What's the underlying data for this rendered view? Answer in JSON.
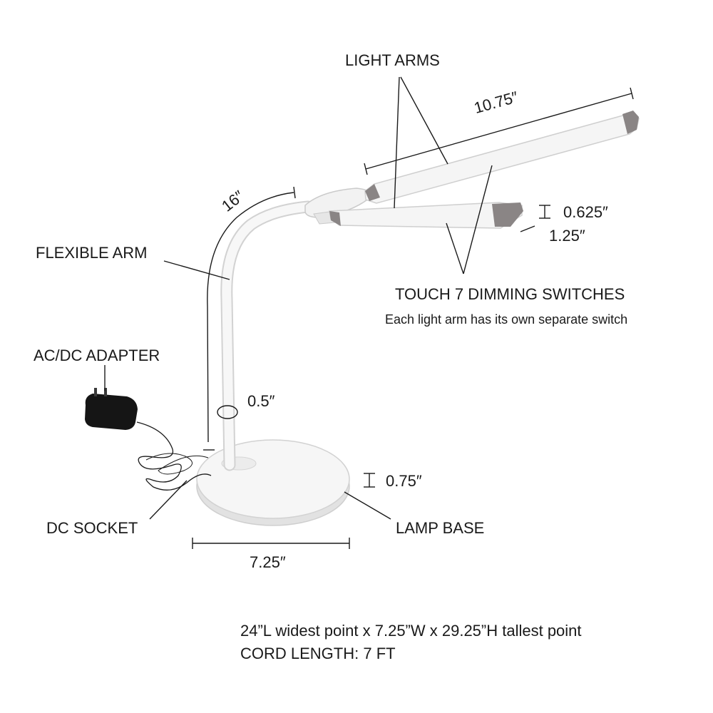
{
  "labels": {
    "light_arms": "LIGHT ARMS",
    "flexible_arm": "FLEXIBLE ARM",
    "ac_dc_adapter": "AC/DC ADAPTER",
    "dc_socket": "DC SOCKET",
    "lamp_base": "LAMP BASE",
    "touch_switches": "TOUCH 7 DIMMING SWITCHES",
    "touch_switches_note": "Each light arm has its own separate switch"
  },
  "dimensions": {
    "light_arm_length": "10.75″",
    "flexible_arm_length": "16″",
    "arm_thickness": "0.625″",
    "arm_width": "1.25″",
    "neck_diameter": "0.5″",
    "base_height": "0.75″",
    "base_width": "7.25″"
  },
  "specs": {
    "overall": "24”L widest point x 7.25”W x 29.25”H tallest point",
    "cord_length": "CORD LENGTH: 7 FT"
  },
  "colors": {
    "lamp_body": "#f4f4f4",
    "lamp_outline": "#d0d0d0",
    "end_caps": "#8a8585",
    "adapter": "#151515",
    "lines": "#1a1a1a"
  }
}
